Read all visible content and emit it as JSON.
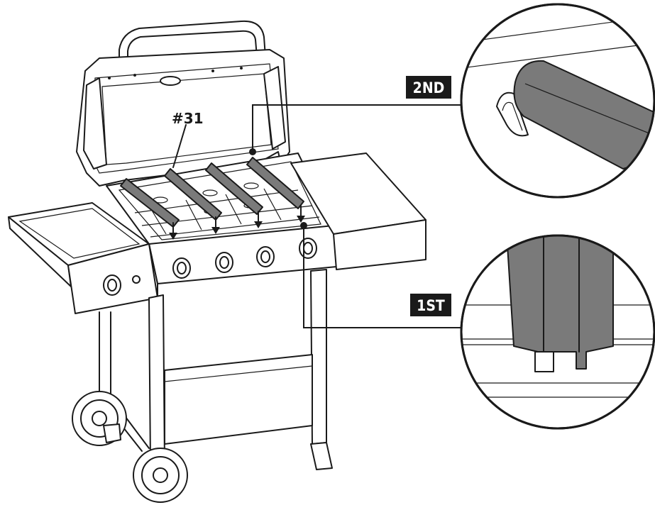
{
  "labels": {
    "part_number": "#31",
    "step_second": "2ND",
    "step_first": "1ST"
  },
  "colors": {
    "tube_fill": "#7a7a7a",
    "outline": "#1a1a1a",
    "tag_bg": "#1a1a1a",
    "tag_text": "#ffffff"
  }
}
